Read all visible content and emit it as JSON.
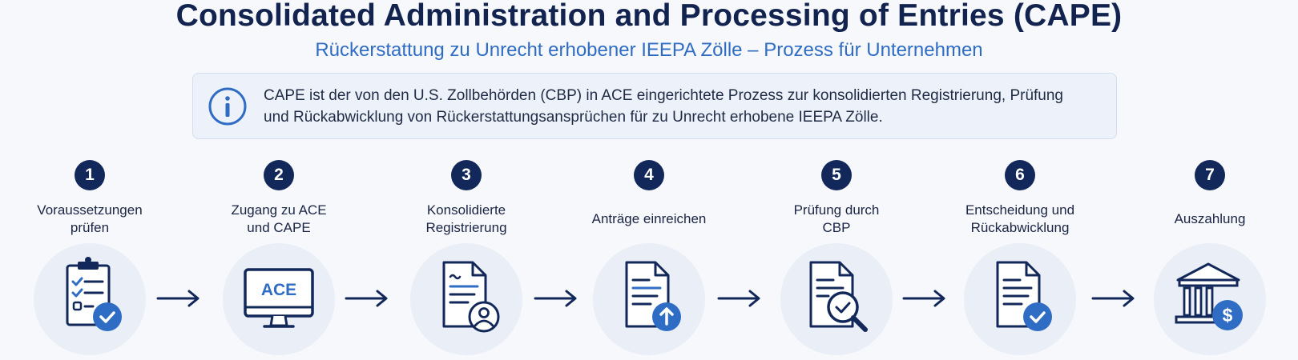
{
  "header": {
    "title": "Consolidated Administration and Processing of Entries (CAPE)",
    "subtitle": "Rückerstattung zu Unrecht erhobener IEEPA Zölle – Prozess für Unternehmen"
  },
  "info": {
    "icon": "info-icon",
    "line1": "CAPE ist der von den U.S. Zollbehörden (CBP) in ACE eingerichtete Prozess zur konsolidierten Registrierung, Prüfung",
    "line2": "und Rückabwicklung von Rückerstattungsansprüchen für zu Unrecht erhobene IEEPA Zölle."
  },
  "colors": {
    "navy": "#13285a",
    "accent": "#2f6cc4",
    "circle_bg": "#e9eef7"
  },
  "steps": [
    {
      "number": "1",
      "label_line1": "Voraussetzungen",
      "label_line2": "prüfen",
      "icon": "checklist-clipboard-icon"
    },
    {
      "number": "2",
      "label_line1": "Zugang zu ACE",
      "label_line2": "und CAPE",
      "icon": "ace-monitor-icon",
      "icon_text": "ACE"
    },
    {
      "number": "3",
      "label_line1": "Konsolidierte",
      "label_line2": "Registrierung",
      "icon": "document-user-icon"
    },
    {
      "number": "4",
      "label_line1": "Anträge einreichen",
      "label_line2": "",
      "icon": "document-upload-icon"
    },
    {
      "number": "5",
      "label_line1": "Prüfung durch",
      "label_line2": "CBP",
      "icon": "document-magnifier-icon"
    },
    {
      "number": "6",
      "label_line1": "Entscheidung und",
      "label_line2": "Rückabwicklung",
      "icon": "document-check-icon"
    },
    {
      "number": "7",
      "label_line1": "Auszahlung",
      "label_line2": "",
      "icon": "bank-dollar-icon",
      "icon_text": "$"
    }
  ]
}
